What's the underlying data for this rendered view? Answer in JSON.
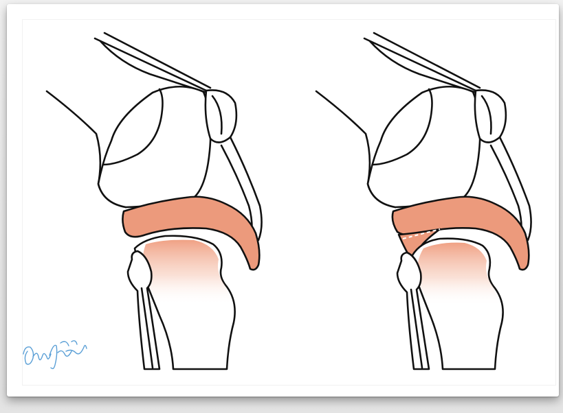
{
  "colors": {
    "meniscus": "#ec9a7c",
    "tibia_gradient_top": "#ef9c7e",
    "outline": "#111111",
    "signature": "#5a9fd6"
  },
  "panels": [
    {
      "state": "intact"
    },
    {
      "state": "torn"
    }
  ],
  "signature": {
    "type": "handwritten-signature"
  }
}
